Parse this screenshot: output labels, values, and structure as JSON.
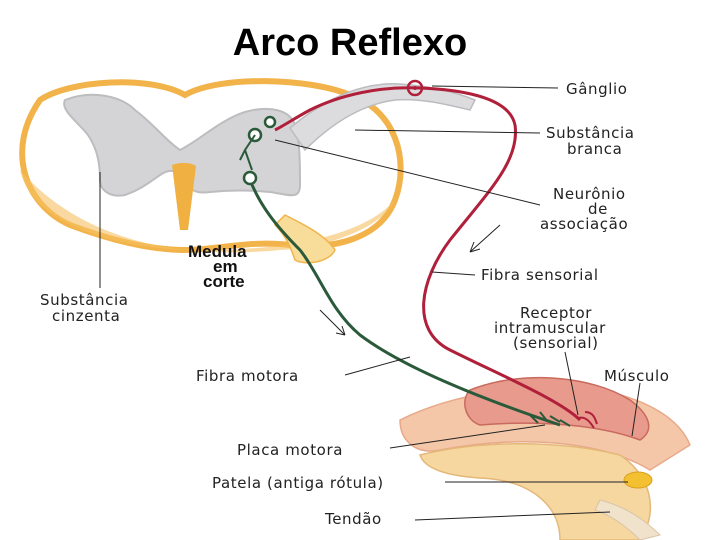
{
  "title": "Arco Reflexo",
  "labels": {
    "ganglio": "Gânglio",
    "substancia_branca": [
      "Substância",
      "branca"
    ],
    "neuronio_associacao": [
      "Neurônio",
      "de",
      "associação"
    ],
    "fibra_sensorial": "Fibra sensorial",
    "receptor": [
      "Receptor",
      "intramuscular",
      "(sensorial)"
    ],
    "musculo": "Músculo",
    "fibra_motora": "Fibra motora",
    "placa_motora": "Placa motora",
    "patela": "Patela (antiga rótula)",
    "tendao": "Tendão",
    "substancia_cinzenta": [
      "Substância",
      "cinzenta"
    ],
    "medula": [
      "Medula",
      "em",
      "corte"
    ]
  },
  "colors": {
    "white_matter": "#ffffff",
    "white_matter_edge": "#f2b34a",
    "gray_matter": "#d4d4d6",
    "sensory_fiber": "#b0203a",
    "motor_fiber": "#2a5a3a",
    "muscle": "#e89a8c",
    "bone": "#f6d7a0",
    "text": "#222222"
  }
}
